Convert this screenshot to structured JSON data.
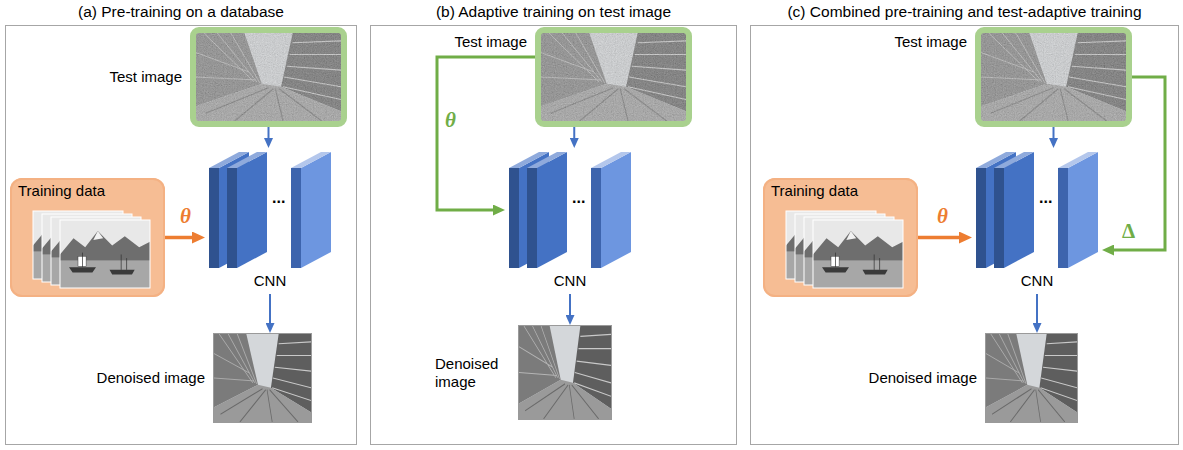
{
  "diagram": {
    "nodes": [
      {
        "text": [
          "(a) Pre-training on a database"
        ]
      },
      {
        "text": [
          "Test image"
        ],
        "in": 0
      },
      {
        "text": [
          "Training data"
        ],
        "in": 0
      },
      {
        "text": [
          "CNN"
        ],
        "in": 0
      },
      {
        "text": [
          "Denoised image"
        ],
        "in": 0
      },
      {
        "text": [
          "(b) Adaptive training on test image"
        ]
      },
      {
        "text": [
          "Test image"
        ],
        "in": 5
      },
      {
        "text": [
          "CNN"
        ],
        "in": 5
      },
      {
        "text": [
          "Denoised image"
        ],
        "in": 5
      },
      {
        "text": [
          "(c) Combined pre-training and test-adaptive training"
        ]
      },
      {
        "text": [
          "Test image"
        ],
        "in": 9
      },
      {
        "text": [
          "Training data"
        ],
        "in": 9
      },
      {
        "text": [
          "CNN"
        ],
        "in": 9
      },
      {
        "text": [
          "Denoised image"
        ],
        "in": 9
      }
    ],
    "edges": [
      {
        "from": 1,
        "to": 3,
        "arrow": "to"
      },
      {
        "from": 2,
        "to": 3,
        "label": "θ",
        "arrow": "to"
      },
      {
        "from": 3,
        "to": 4,
        "arrow": "to"
      },
      {
        "from": 6,
        "to": 7,
        "arrow": "to"
      },
      {
        "from": 6,
        "to": 7,
        "label": "θ",
        "arrow": "to"
      },
      {
        "from": 7,
        "to": 8,
        "arrow": "to"
      },
      {
        "from": 10,
        "to": 12,
        "arrow": "to"
      },
      {
        "from": 11,
        "to": 12,
        "label": "θ",
        "arrow": "to"
      },
      {
        "from": 10,
        "to": 12,
        "label": "Δ",
        "arrow": "to"
      },
      {
        "from": 12,
        "to": 13,
        "arrow": "to"
      }
    ],
    "labels": [
      "...",
      "...",
      "..."
    ]
  }
}
